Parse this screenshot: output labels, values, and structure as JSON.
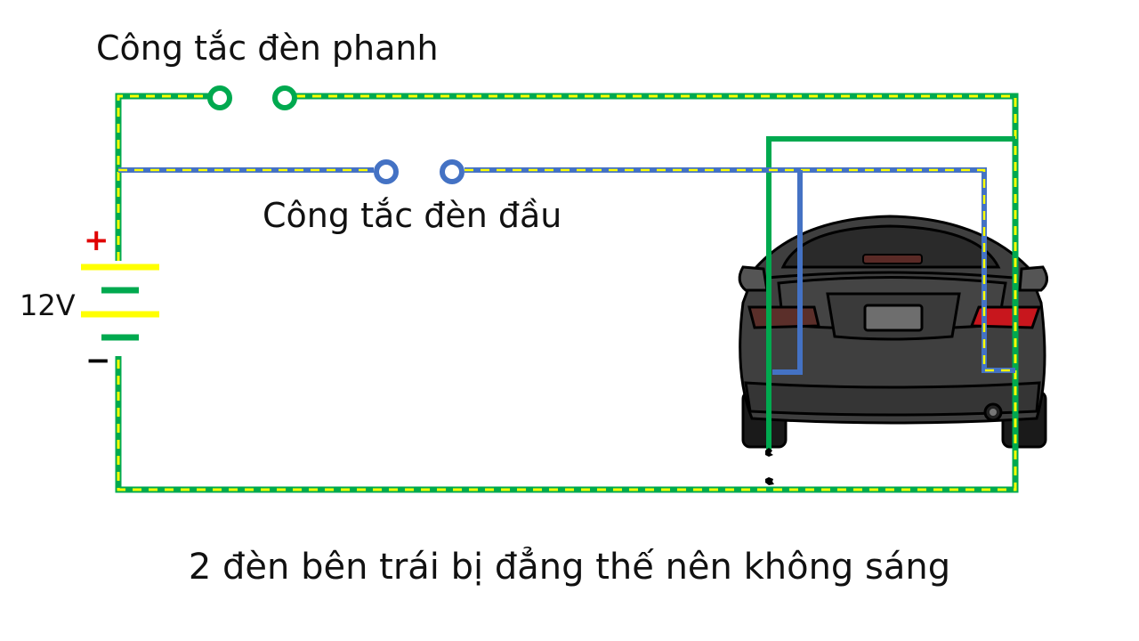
{
  "labels": {
    "brake_switch": "Công tắc đèn phanh",
    "headlight_switch": "Công tắc đèn đầu",
    "voltage": "12V",
    "plus": "+",
    "minus": "−",
    "caption": "2 đèn bên trái bị đẳng thế nên không sáng"
  },
  "colors": {
    "brake_wire": "#00a94f",
    "headlight_wire": "#4472c4",
    "highlight": "#ffff00",
    "plus": "#e00000",
    "minus": "#000000",
    "car_body": "#3d3d3d",
    "tail_light": "#c8161d"
  }
}
